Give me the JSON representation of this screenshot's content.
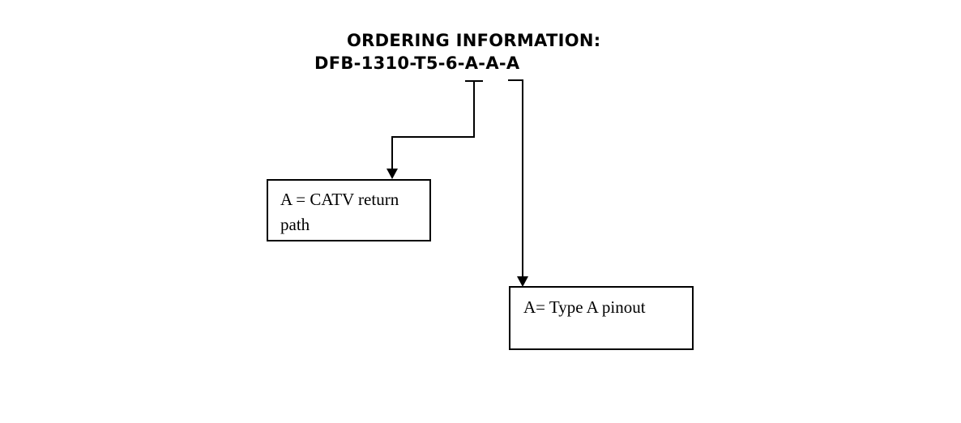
{
  "header": {
    "title": "ORDERING INFORMATION:",
    "part_number": "DFB-1310-T5-6-A-A-A"
  },
  "callouts": [
    {
      "id": "catv-return-path",
      "lines": [
        "A = CATV return",
        "path"
      ],
      "full_text": "A = CATV return path"
    },
    {
      "id": "type-a-pinout",
      "lines": [
        "A= Type A pinout"
      ],
      "full_text": "A= Type A pinout"
    }
  ],
  "colors": {
    "text": "#000000",
    "line": "#000000",
    "background": "#ffffff"
  }
}
